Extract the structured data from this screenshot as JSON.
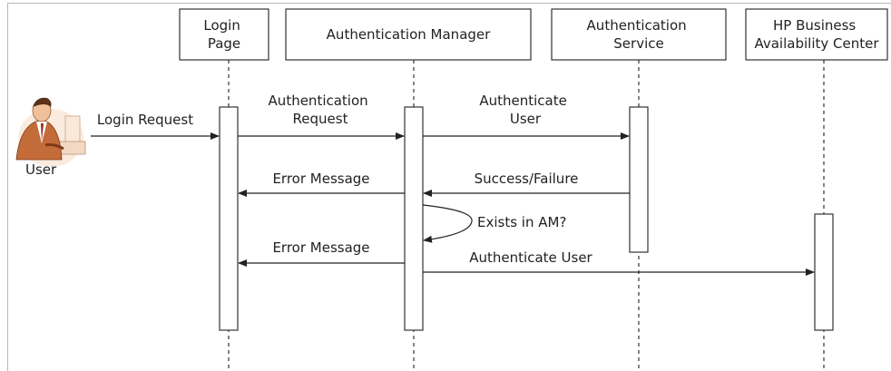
{
  "participants": {
    "login_page": [
      "Login",
      "Page"
    ],
    "auth_manager": [
      "Authentication Manager"
    ],
    "auth_service": [
      "Authentication",
      "Service"
    ],
    "hp_bac": [
      "HP Business",
      "Availability Center"
    ]
  },
  "actor": {
    "label": "User"
  },
  "messages": {
    "login_request": [
      "Login Request"
    ],
    "auth_request": [
      "Authentication",
      "Request"
    ],
    "authenticate_user_1": [
      "Authenticate",
      "User"
    ],
    "error_message_1": [
      "Error Message"
    ],
    "success_failure": [
      "Success/Failure"
    ],
    "exists_in_am": [
      "Exists in AM?"
    ],
    "error_message_2": [
      "Error Message"
    ],
    "authenticate_user_2": [
      "Authenticate User"
    ]
  }
}
